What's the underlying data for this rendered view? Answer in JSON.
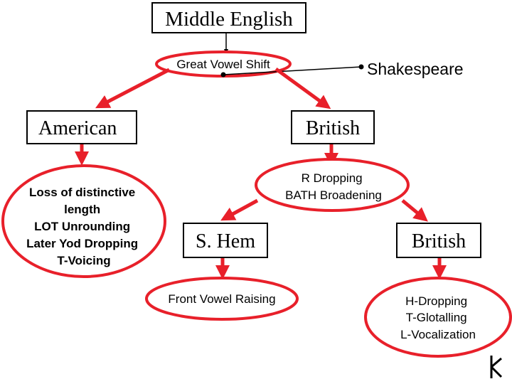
{
  "nodes": {
    "middle_english": "Middle English",
    "great_vowel_shift": "Great Vowel Shift",
    "shakespeare": "Shakespeare",
    "american": "American",
    "british_top": "British",
    "american_features": [
      "Loss of distinctive",
      "length",
      "LOT Unrounding",
      "Later Yod Dropping",
      "T-Voicing"
    ],
    "british_features": [
      "R Dropping",
      "BATH Broadening"
    ],
    "s_hem": "S. Hem",
    "british_sub": "British",
    "s_hem_features": "Front Vowel Raising",
    "british_sub_features": [
      "H-Dropping",
      "T-Glotalling",
      "L-Vocalization"
    ]
  },
  "colors": {
    "accent": "#e8202a",
    "text": "#000000",
    "box_border": "#000000"
  },
  "icons": [
    "arrow-icon",
    "logo-mark-icon"
  ]
}
